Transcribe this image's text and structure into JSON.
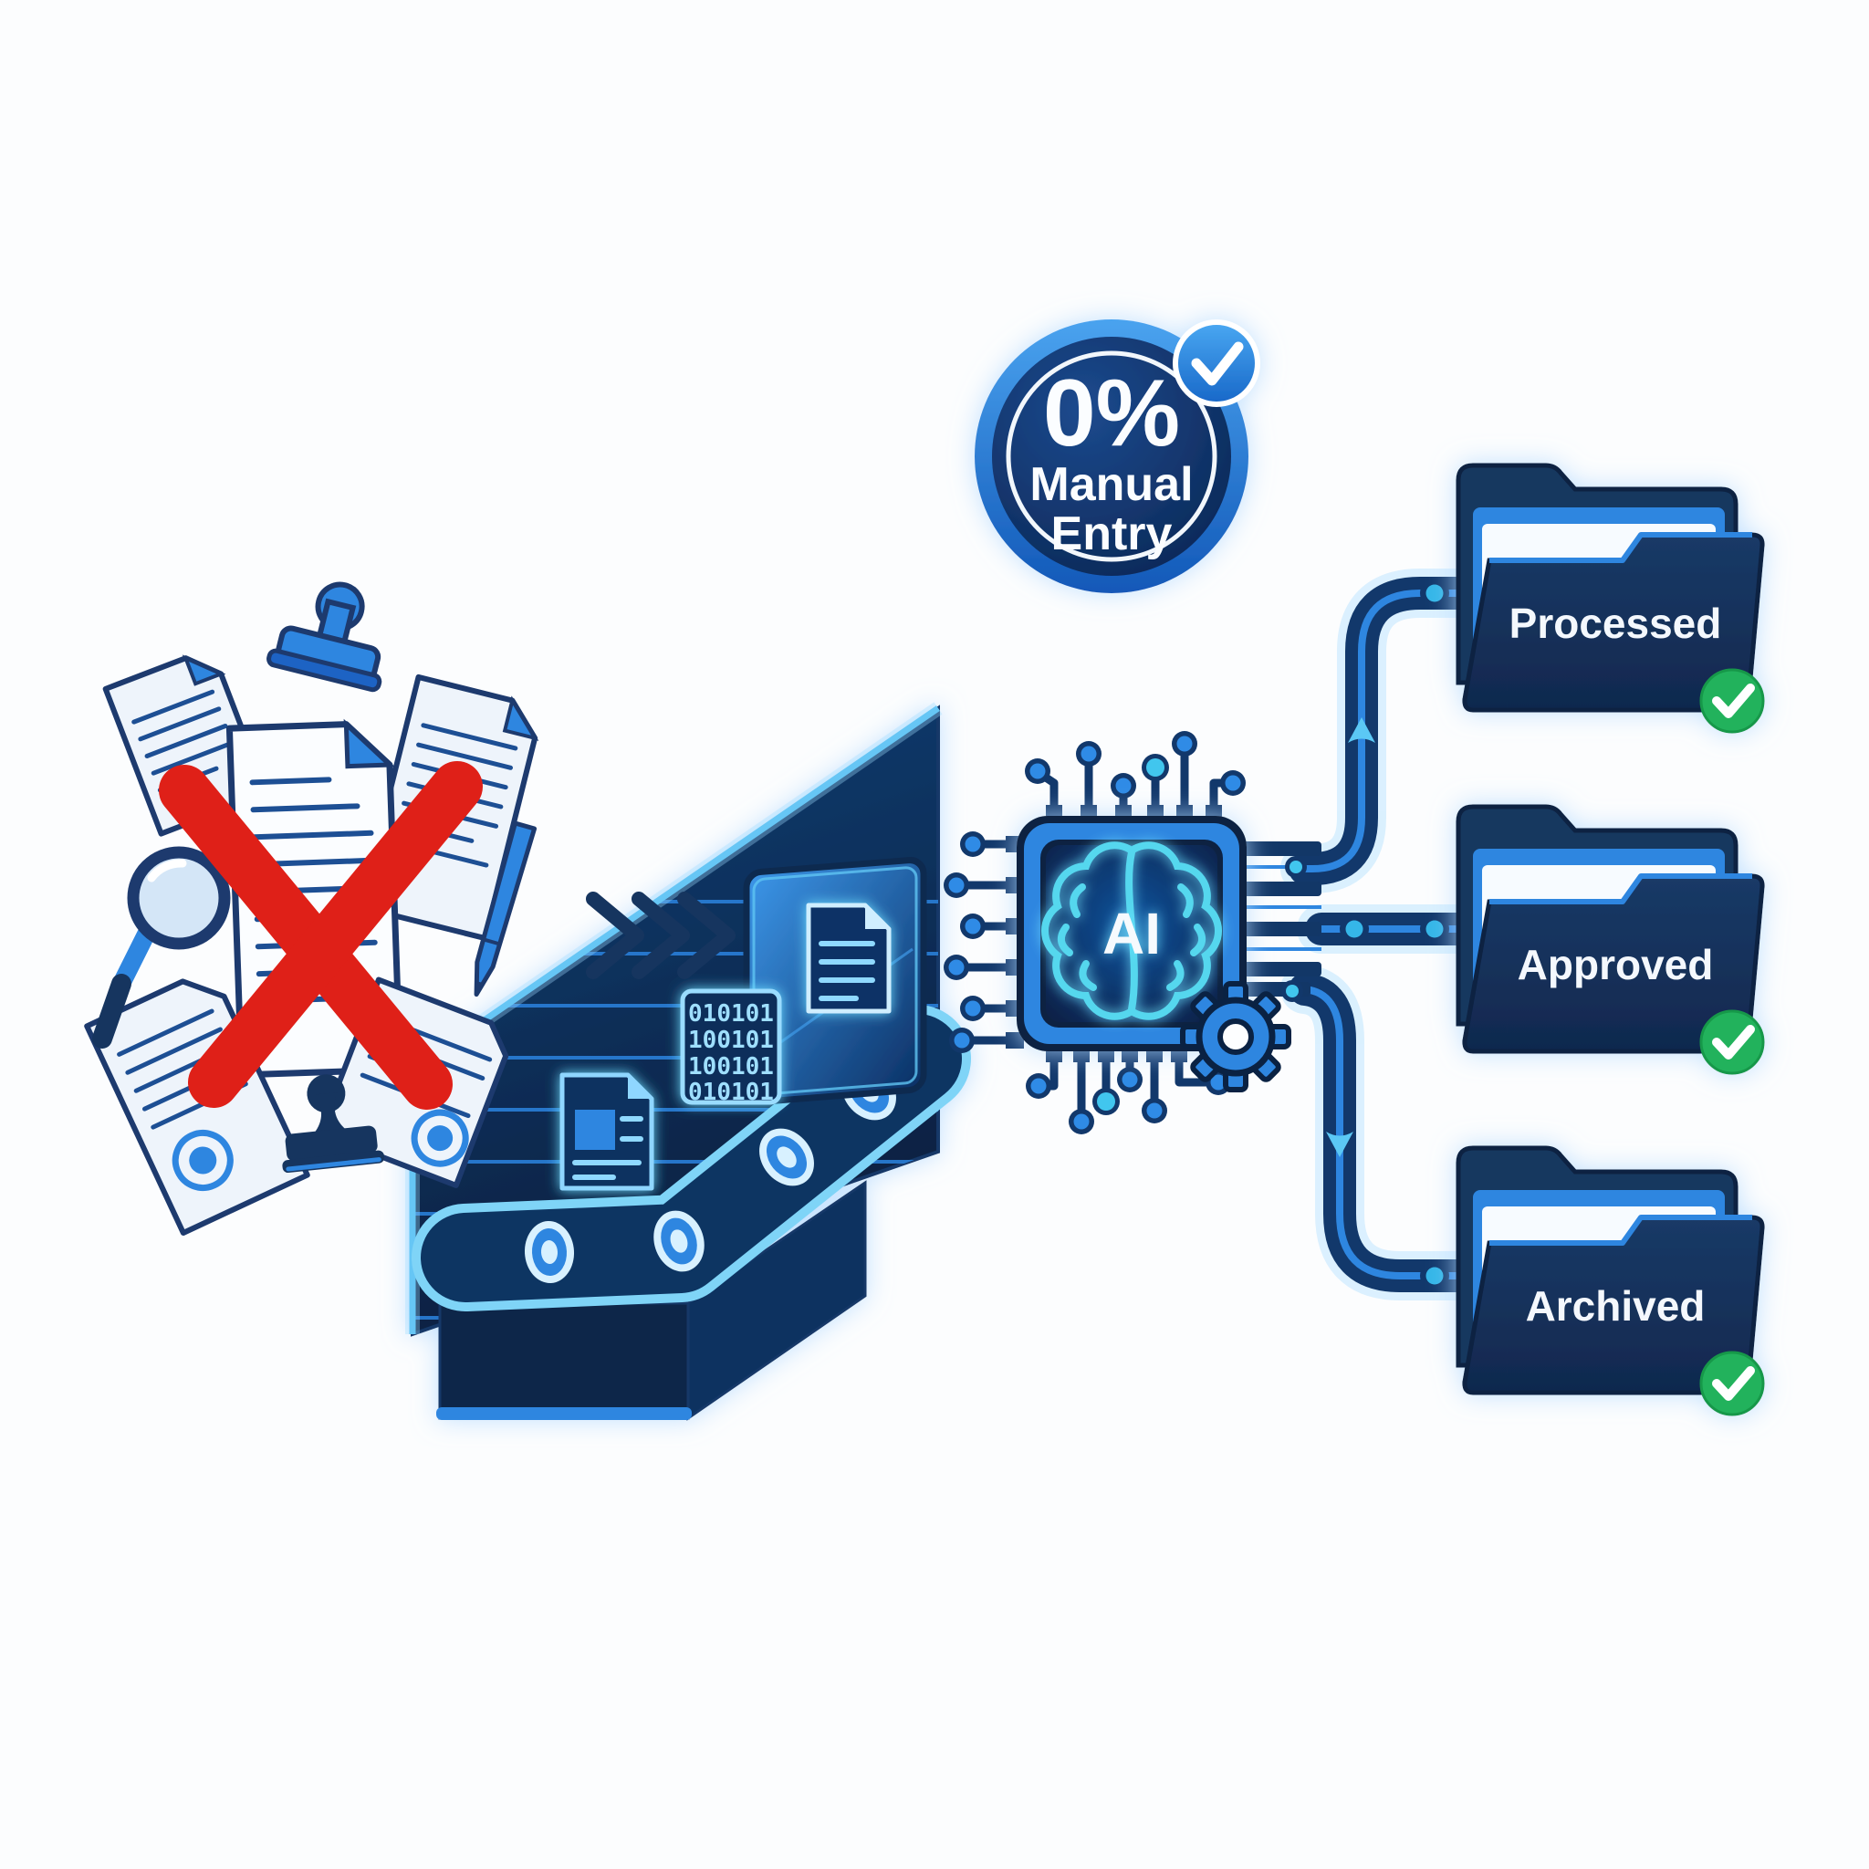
{
  "page": {
    "background": "#fcfdfe",
    "type": "illustration",
    "theme": "AI document processing automation"
  },
  "badge": {
    "percentage": "0%",
    "line1": "Manual",
    "line2": "Entry",
    "check_icon": "checkmark",
    "ring_color": "#3d9bee",
    "disc_color": "#0d2c58"
  },
  "manual_pile": {
    "crossed_out": true,
    "cross_color": "#df2018",
    "icons": [
      "document-stack",
      "rubber-stamp",
      "ink-stamp",
      "magnifying-glass",
      "pen",
      "approval-seal"
    ]
  },
  "flow": {
    "chevron_icon": "triple-chevron-right",
    "chevron_count": 3
  },
  "conveyor": {
    "binary_card_lines": [
      "010101",
      "100101",
      "100101",
      "010101"
    ],
    "icons": [
      "scanner-screen",
      "document-icon",
      "binary-card",
      "conveyor-belt",
      "rollers"
    ]
  },
  "chip": {
    "label": "AI",
    "icons": [
      "brain-icon",
      "gear-icon",
      "circuit-pins"
    ],
    "glow_color": "#55d7ee"
  },
  "folders": [
    {
      "label": "Processed",
      "status_icon": "checkmark",
      "status_color": "#23b25c"
    },
    {
      "label": "Approved",
      "status_icon": "checkmark",
      "status_color": "#23b25c"
    },
    {
      "label": "Archived",
      "status_icon": "checkmark",
      "status_color": "#23b25c"
    }
  ],
  "palette": {
    "navy": "#14335f",
    "navy_dark": "#0b2142",
    "blue": "#2e86e0",
    "cyan": "#7fd9ff",
    "red": "#df2018",
    "green": "#23b25c",
    "paper": "#f7fbff"
  }
}
